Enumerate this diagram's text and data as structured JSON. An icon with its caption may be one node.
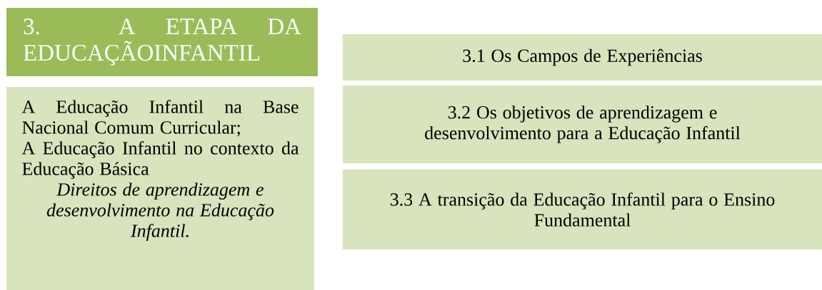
{
  "diagram": {
    "nodes": [
      {
        "text": [
          "3. A ETAPA DA EDUCAÇÃOINFANTIL"
        ]
      },
      {
        "text": [
          "A Educação Infantil na Base Nacional Comum Curricular;",
          "A Educação Infantil no contexto da Educação Básica",
          "Direitos de aprendizagem e desenvolvimento na Educação Infantil."
        ]
      },
      {
        "text": [
          "3.1 Os Campos de Experiências"
        ]
      },
      {
        "text": [
          "3.2 Os objetivos de aprendizagem e desenvolvimento para a Educação Infantil"
        ]
      },
      {
        "text": [
          "3.3 A transição da Educação Infantil para o Ensino Fundamental"
        ]
      }
    ]
  }
}
